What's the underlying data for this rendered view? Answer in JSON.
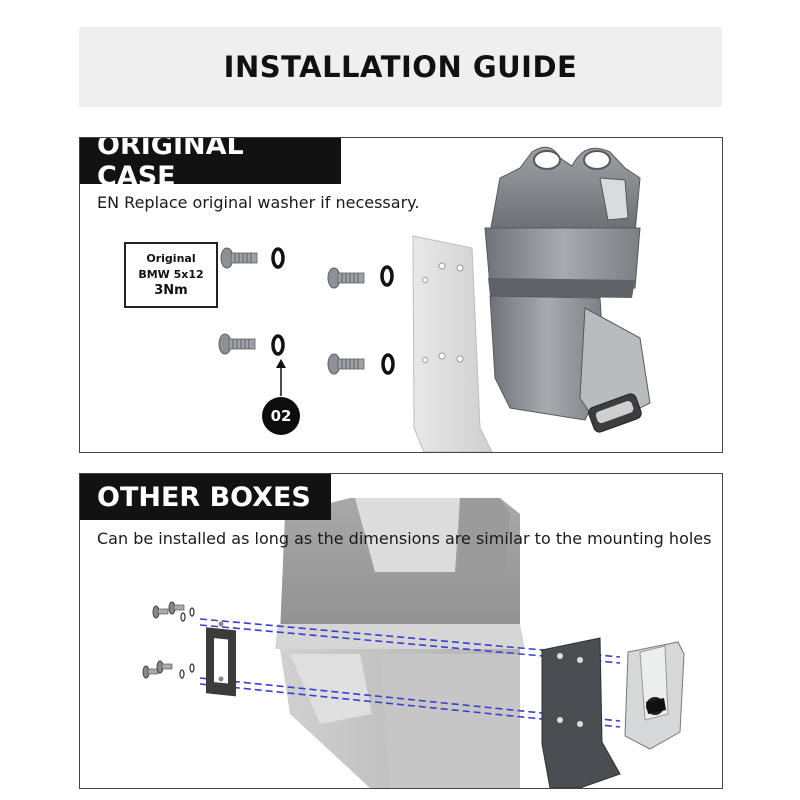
{
  "header": {
    "title": "INSTALLATION GUIDE"
  },
  "original_case": {
    "title": "ORIGINAL CASE",
    "caption": "EN Replace original washer if necessary.",
    "spec": {
      "line1": "Original",
      "line2": "BMW 5x12",
      "line3": "3Nm"
    },
    "callout": "02"
  },
  "other_boxes": {
    "title": "OTHER BOXES",
    "caption": "Can be installed as long as the dimensions are similar to the mounting holes"
  },
  "colors": {
    "header_bg": "#efefef",
    "tag_bg": "#121212",
    "guide_line": "#3a3fd0",
    "metal": "#8e9296"
  },
  "icons": [
    "screw-icon",
    "washer-icon",
    "bracket-plate",
    "top-case-box",
    "lock-clamp",
    "arrow-up-icon"
  ]
}
